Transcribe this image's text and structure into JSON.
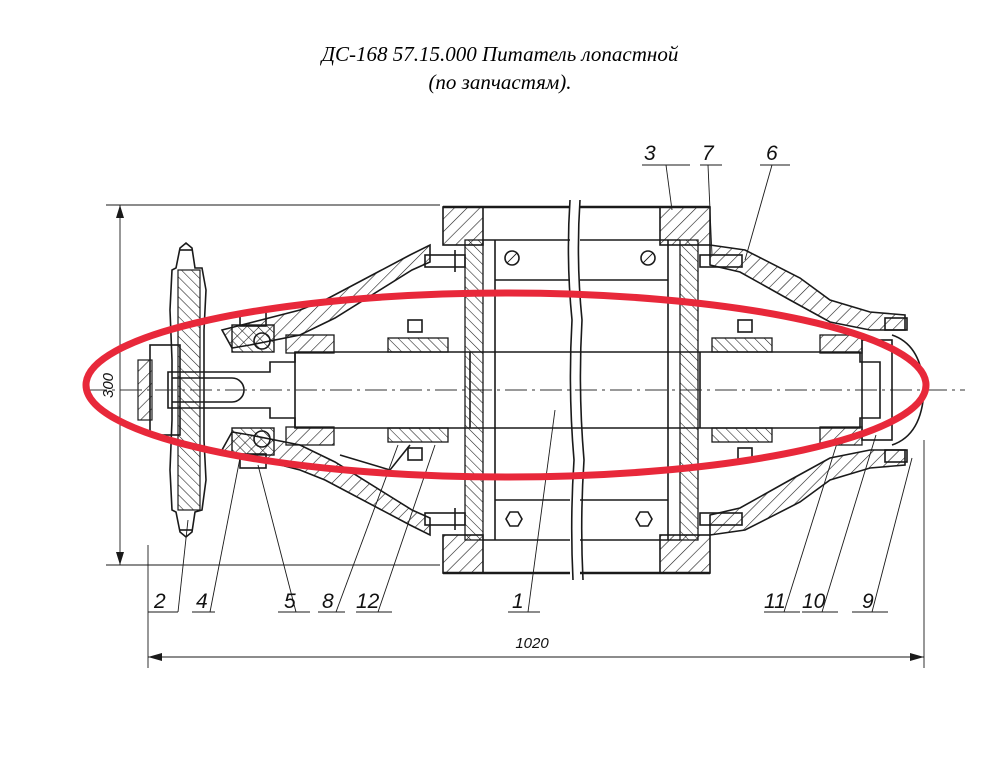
{
  "title": {
    "line1": "ДС-168 57.15.000 Питатель лопастной",
    "line2": "(по запчастям)."
  },
  "dimensions": {
    "overall_length": "1020",
    "height": "300"
  },
  "part_labels": {
    "p1": "1",
    "p2": "2",
    "p3": "3",
    "p4": "4",
    "p5": "5",
    "p6": "6",
    "p7": "7",
    "p8": "8",
    "p9": "9",
    "p10": "10",
    "p11": "11",
    "p12": "12"
  },
  "highlight": {
    "color": "#e8283a",
    "shape": "ellipse"
  },
  "colors": {
    "line": "#1a1a1a",
    "hatch": "#1a1a1a"
  }
}
